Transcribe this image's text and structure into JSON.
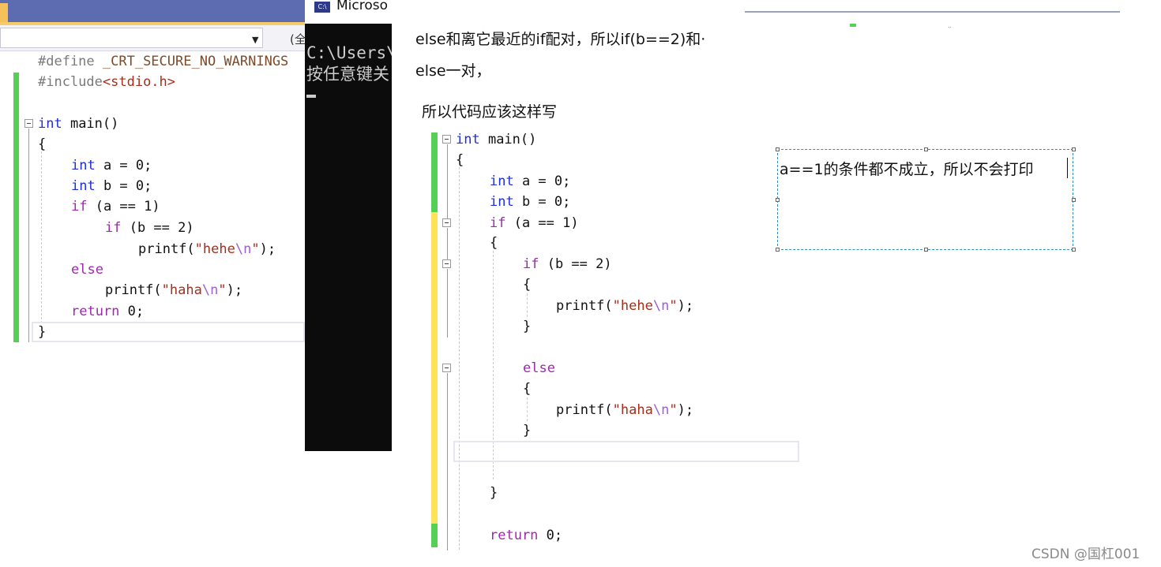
{
  "left_ide": {
    "nav_scope_label": "(全",
    "lines": [
      {
        "id": "l1",
        "text": "#define _CRT_SECURE_NO_WARNINGS"
      },
      {
        "id": "l2",
        "text": "#include<stdio.h>"
      },
      {
        "id": "l3",
        "text": ""
      },
      {
        "id": "l4",
        "text": "int main()"
      },
      {
        "id": "l5",
        "text": "{"
      },
      {
        "id": "l6",
        "text": "int a = 0;"
      },
      {
        "id": "l7",
        "text": "int b = 0;"
      },
      {
        "id": "l8",
        "text": "if (a == 1)"
      },
      {
        "id": "l9",
        "text": "if (b == 2)"
      },
      {
        "id": "l10",
        "text": "printf(\"hehe\\n\");"
      },
      {
        "id": "l11",
        "text": "else"
      },
      {
        "id": "l12",
        "text": "printf(\"haha\\n\");"
      },
      {
        "id": "l13",
        "text": "return 0;"
      },
      {
        "id": "l14",
        "text": "}"
      }
    ]
  },
  "console": {
    "title": "Microso",
    "icon_label": "C:\\",
    "line1": "C:\\Users\\",
    "line2": "按任意键关"
  },
  "article": {
    "line1": "else和离它最近的if配对，所以if(b==2)和·",
    "line2": "else一对，",
    "line3": "所以代码应该这样写"
  },
  "right_ide": {
    "lines": [
      "int main()",
      "{",
      "int a = 0;",
      "int b = 0;",
      "if (a == 1)",
      "{",
      "if (b == 2)",
      "{",
      "printf(\"hehe\\n\");",
      "}",
      "else",
      "{",
      "printf(\"haha\\n\");",
      "}",
      "}",
      "return 0;"
    ]
  },
  "textbox": {
    "text": "a==1的条件都不成立，所以不会打印"
  },
  "watermark": "CSDN @国杠001",
  "colors": {
    "keyword": "#1f2fd8",
    "control": "#9d2aab",
    "string": "#a3301f",
    "escape": "#9c5fd6",
    "preprocessor": "#7a7a7a",
    "change_bar_saved": "#55d055",
    "change_bar_unsaved": "#fbe35a",
    "console_bg": "#0c0c0c",
    "ide_title": "#5d6bb0"
  }
}
